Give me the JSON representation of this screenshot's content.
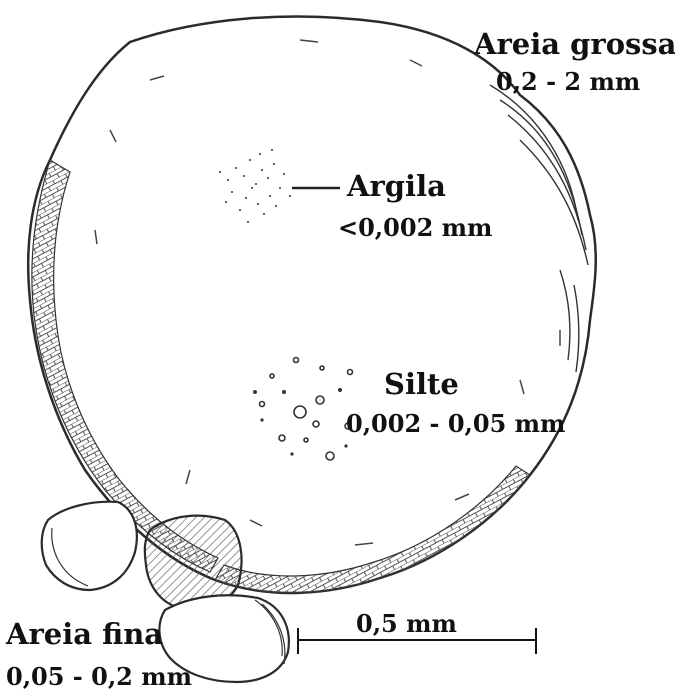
{
  "labels": {
    "coarse_sand": {
      "name": "Areia grossa",
      "size": "0,2 - 2 mm"
    },
    "clay": {
      "name": "Argila",
      "size": "<0,002 mm"
    },
    "silt": {
      "name": "Silte",
      "size": "0,002 - 0,05 mm"
    },
    "fine_sand": {
      "name": "Areia fina",
      "size": "0,05 - 0,2 mm"
    }
  },
  "scale_bar": {
    "label": "0,5 mm"
  },
  "colors": {
    "ink": "#2b2b2b",
    "paper": "#ffffff"
  }
}
